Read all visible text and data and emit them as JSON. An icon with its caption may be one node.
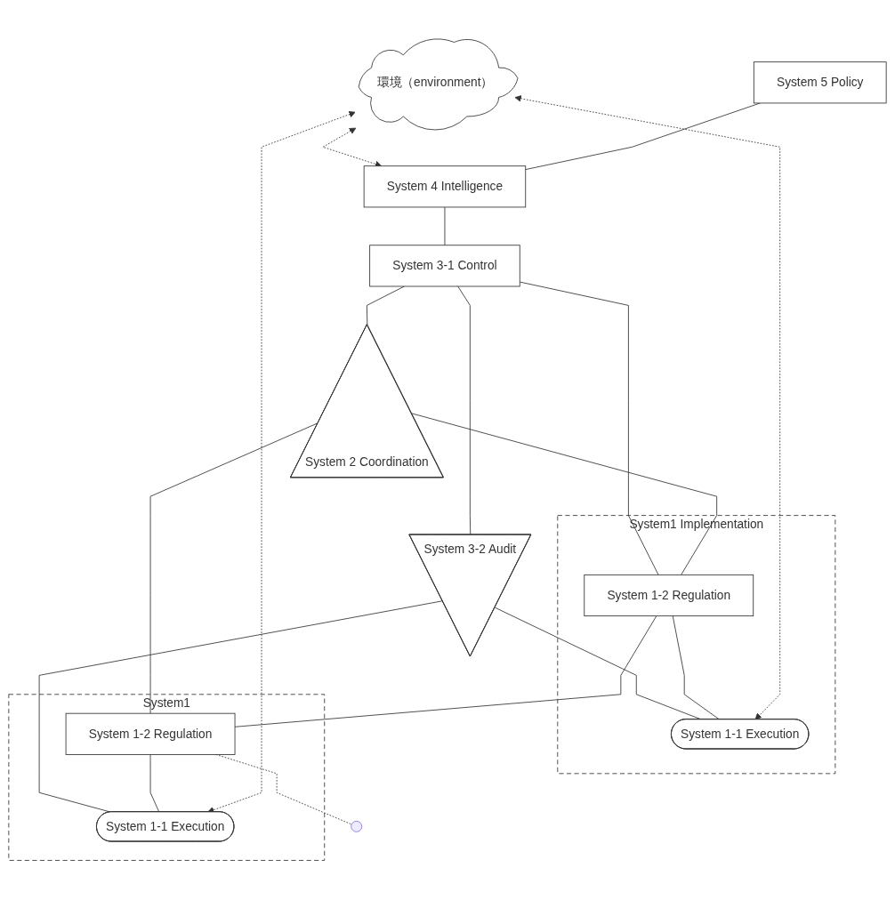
{
  "diagram": {
    "nodes": [
      {
        "text": [
          "環境（environment）"
        ]
      },
      {
        "text": [
          "System 5 Policy"
        ]
      },
      {
        "text": [
          "System 4 Intelligence"
        ]
      },
      {
        "text": [
          "System 3-1 Control"
        ]
      },
      {
        "text": [
          "System 3-2 Audit"
        ]
      },
      {
        "text": [
          "System 2 Coordination"
        ]
      },
      {
        "text": [
          "System1 Implementation"
        ]
      },
      {
        "text": [
          "System 1-2 Regulation"
        ],
        "in": 6
      },
      {
        "text": [
          "System 1-1 Execution"
        ],
        "in": 6
      },
      {
        "text": [
          "System1"
        ]
      },
      {
        "text": [
          "System 1-2 Regulation"
        ],
        "in": 9
      },
      {
        "text": [
          "System 1-1 Execution"
        ],
        "in": 9
      }
    ],
    "edges": [
      {
        "from": 0,
        "to": 2,
        "arrow": "both",
        "style": "dashed"
      },
      {
        "from": 1,
        "to": 2,
        "arrow": "none"
      },
      {
        "from": 2,
        "to": 3,
        "arrow": "none"
      },
      {
        "from": 3,
        "to": 4,
        "arrow": "none"
      },
      {
        "from": 3,
        "to": 5,
        "arrow": "none"
      },
      {
        "from": 3,
        "to": 7,
        "arrow": "none"
      },
      {
        "from": 5,
        "to": 7,
        "arrow": "none"
      },
      {
        "from": 4,
        "to": 8,
        "arrow": "none"
      },
      {
        "from": 7,
        "to": 8,
        "arrow": "none"
      },
      {
        "from": 0,
        "to": 8,
        "arrow": "both",
        "style": "dashed"
      },
      {
        "from": 7,
        "to": 10,
        "arrow": "none"
      },
      {
        "from": 5,
        "to": 10,
        "arrow": "none"
      },
      {
        "from": 4,
        "to": 11,
        "arrow": "none"
      },
      {
        "from": 10,
        "to": 11,
        "arrow": "none"
      },
      {
        "from": 0,
        "to": 11,
        "arrow": "both",
        "style": "dashed"
      },
      {
        "from": 10,
        "to": null,
        "arrow": "none",
        "style": "dashed"
      }
    ]
  }
}
